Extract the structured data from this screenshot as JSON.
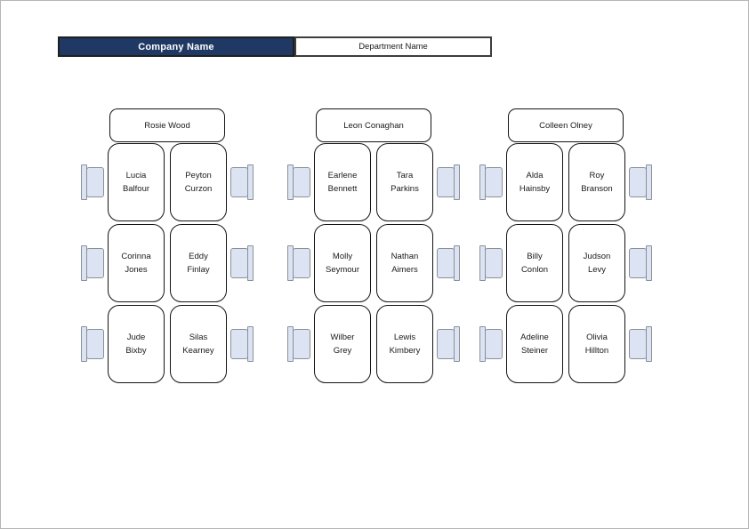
{
  "header": {
    "company": "Company Name",
    "department": "Department Name"
  },
  "colors": {
    "header_navy": "#1F3864",
    "chair_fill": "#DCE4F3",
    "chair_border": "#8A9099",
    "card_border": "#141414",
    "page_border": "#B5B5B5"
  },
  "groups": [
    {
      "leader": "Rosie Wood",
      "seats": [
        {
          "first": "Lucia",
          "last": "Balfour"
        },
        {
          "first": "Peyton",
          "last": "Curzon"
        },
        {
          "first": "Corinna",
          "last": "Jones"
        },
        {
          "first": "Eddy",
          "last": "Finlay"
        },
        {
          "first": "Jude",
          "last": "Bixby"
        },
        {
          "first": "Silas",
          "last": "Kearney"
        }
      ]
    },
    {
      "leader": "Leon Conaghan",
      "seats": [
        {
          "first": "Earlene",
          "last": "Bennett"
        },
        {
          "first": "Tara",
          "last": "Parkins"
        },
        {
          "first": "Molly",
          "last": "Seymour"
        },
        {
          "first": "Nathan",
          "last": "Aimers"
        },
        {
          "first": "Wilber",
          "last": "Grey"
        },
        {
          "first": "Lewis",
          "last": "Kimbery"
        }
      ]
    },
    {
      "leader": "Colleen Olney",
      "seats": [
        {
          "first": "Alda",
          "last": "Hainsby"
        },
        {
          "first": "Roy",
          "last": "Branson"
        },
        {
          "first": "Billy",
          "last": "Conlon"
        },
        {
          "first": "Judson",
          "last": "Levy"
        },
        {
          "first": "Adeline",
          "last": "Steiner"
        },
        {
          "first": "Olivia",
          "last": "Hillton"
        }
      ]
    }
  ]
}
